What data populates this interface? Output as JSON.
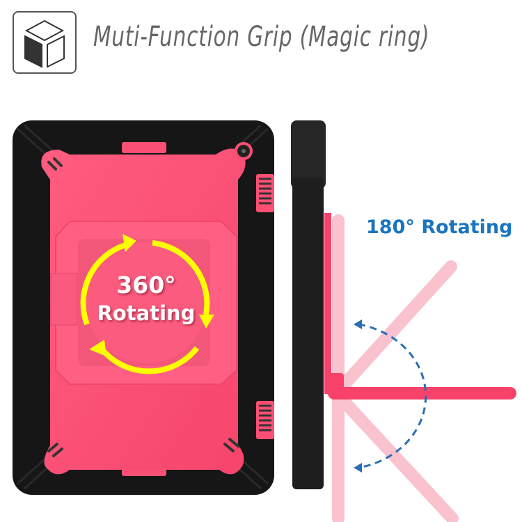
{
  "header": {
    "icon": "cube-icon",
    "title": "Muti-Function Grip (Magic ring)"
  },
  "front_view": {
    "label_degrees": "360°",
    "label_text": "Rotating",
    "colors": {
      "case_black": "#161616",
      "case_pink": "#fb4f74",
      "arrow_yellow": "#ffff00"
    }
  },
  "side_view": {
    "label": "180° Rotating",
    "colors": {
      "label_blue": "#1a74c0",
      "stand_pink": "#f8426a",
      "ghost_pink": "#f9b8c6",
      "arc_blue": "#2a6fb5"
    }
  }
}
